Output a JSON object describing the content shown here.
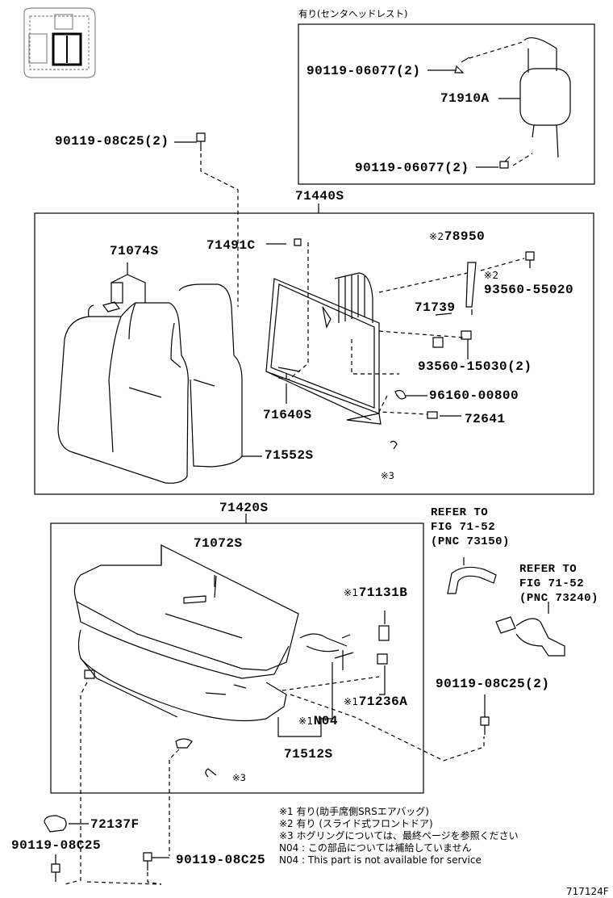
{
  "diagram": {
    "header_note": "有り(センタヘッドレスト)",
    "parts": {
      "p_90119_06077_a": "90119-06077(2)",
      "p_71910A": "71910A",
      "p_90119_06077_b": "90119-06077(2)",
      "p_90119_08C25_top": "90119-08C25(2)",
      "p_71440S": "71440S",
      "p_71074S": "71074S",
      "p_71491C": "71491C",
      "p_78950_mark": "※2",
      "p_78950": "78950",
      "p_93560_55020_mark": "※2",
      "p_93560_55020": "93560-55020",
      "p_71739": "71739",
      "p_93560_15030": "93560-15030(2)",
      "p_96160_00800": "96160-00800",
      "p_71640S": "71640S",
      "p_72641": "72641",
      "p_71552S": "71552S",
      "p_mark3_back": "※3",
      "p_71420S": "71420S",
      "p_71072S": "71072S",
      "p_71131B_mark": "※1",
      "p_71131B": "71131B",
      "p_71236A_mark": "※1",
      "p_71236A": "71236A",
      "p_N04_mark": "※1",
      "p_N04": "N04",
      "p_71512S": "71512S",
      "p_mark3_cushion": "※3",
      "p_90119_08C25_right": "90119-08C25(2)",
      "p_72137F": "72137F",
      "p_90119_08C25_left": "90119-08C25",
      "p_90119_08C25_bottom": "90119-08C25"
    },
    "refer_1": [
      "REFER TO",
      "FIG 71-52",
      "(PNC 73150)"
    ],
    "refer_2": [
      "REFER TO",
      "FIG 71-52",
      "(PNC 73240)"
    ],
    "notes": [
      "※1 有り(助手席側SRSエアバッグ)",
      "※2 有り (スライド式フロントドア)",
      "※3 ホグリングについては、最終ページを参照ください",
      "N04 : この部品については補給していません",
      "N04 : This part is not available for service"
    ],
    "figure_id": "717124F"
  }
}
